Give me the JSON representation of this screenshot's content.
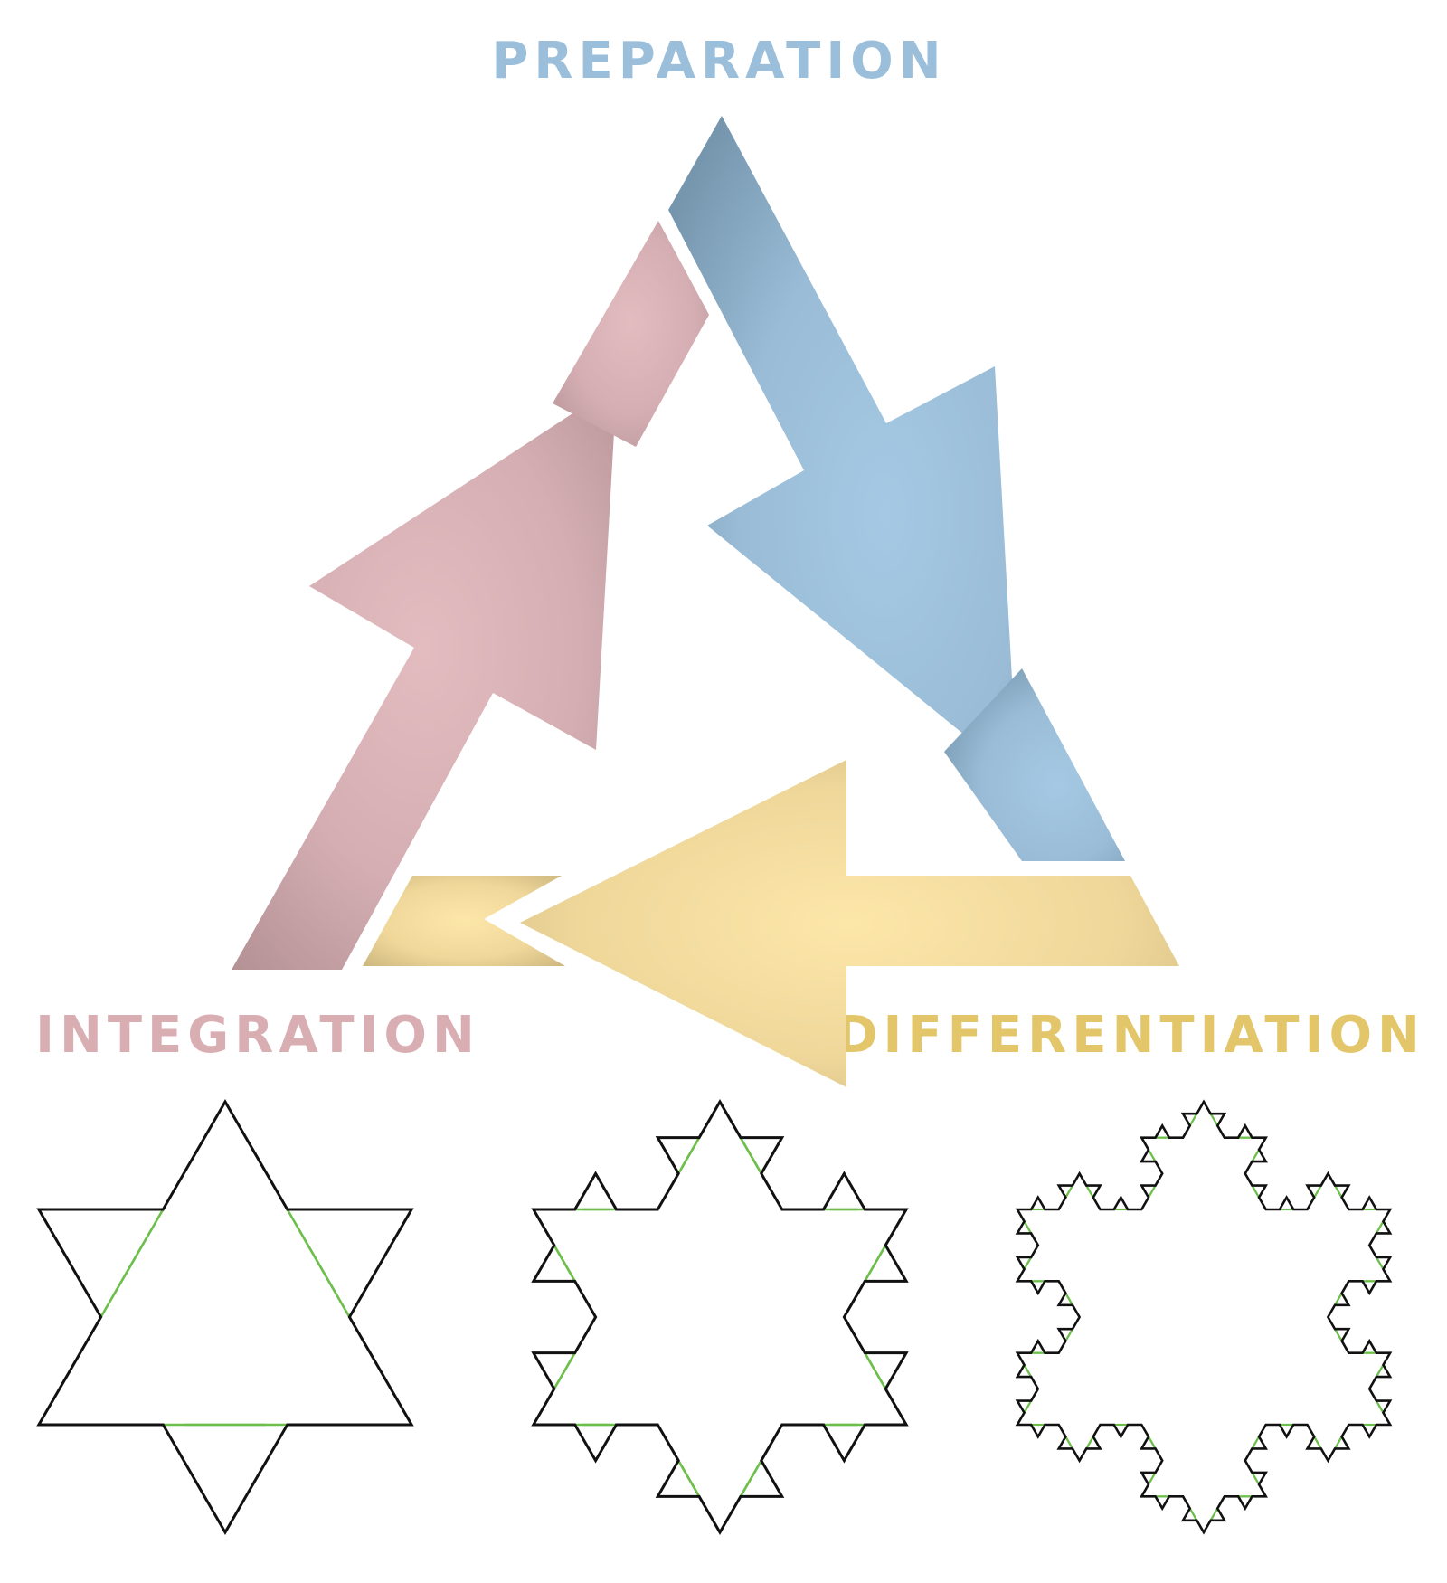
{
  "labels": {
    "top": "PREPARATION",
    "left": "INTEGRATION",
    "right": "DIFFERENTIATION"
  },
  "colors": {
    "preparation": "#9bbfda",
    "integration": "#ddb5b9",
    "differentiation": "#f8e3a6",
    "koch_outline": "#111111",
    "koch_highlight": "#6cbf4a"
  },
  "koch_iterations": [
    1,
    2,
    3
  ]
}
